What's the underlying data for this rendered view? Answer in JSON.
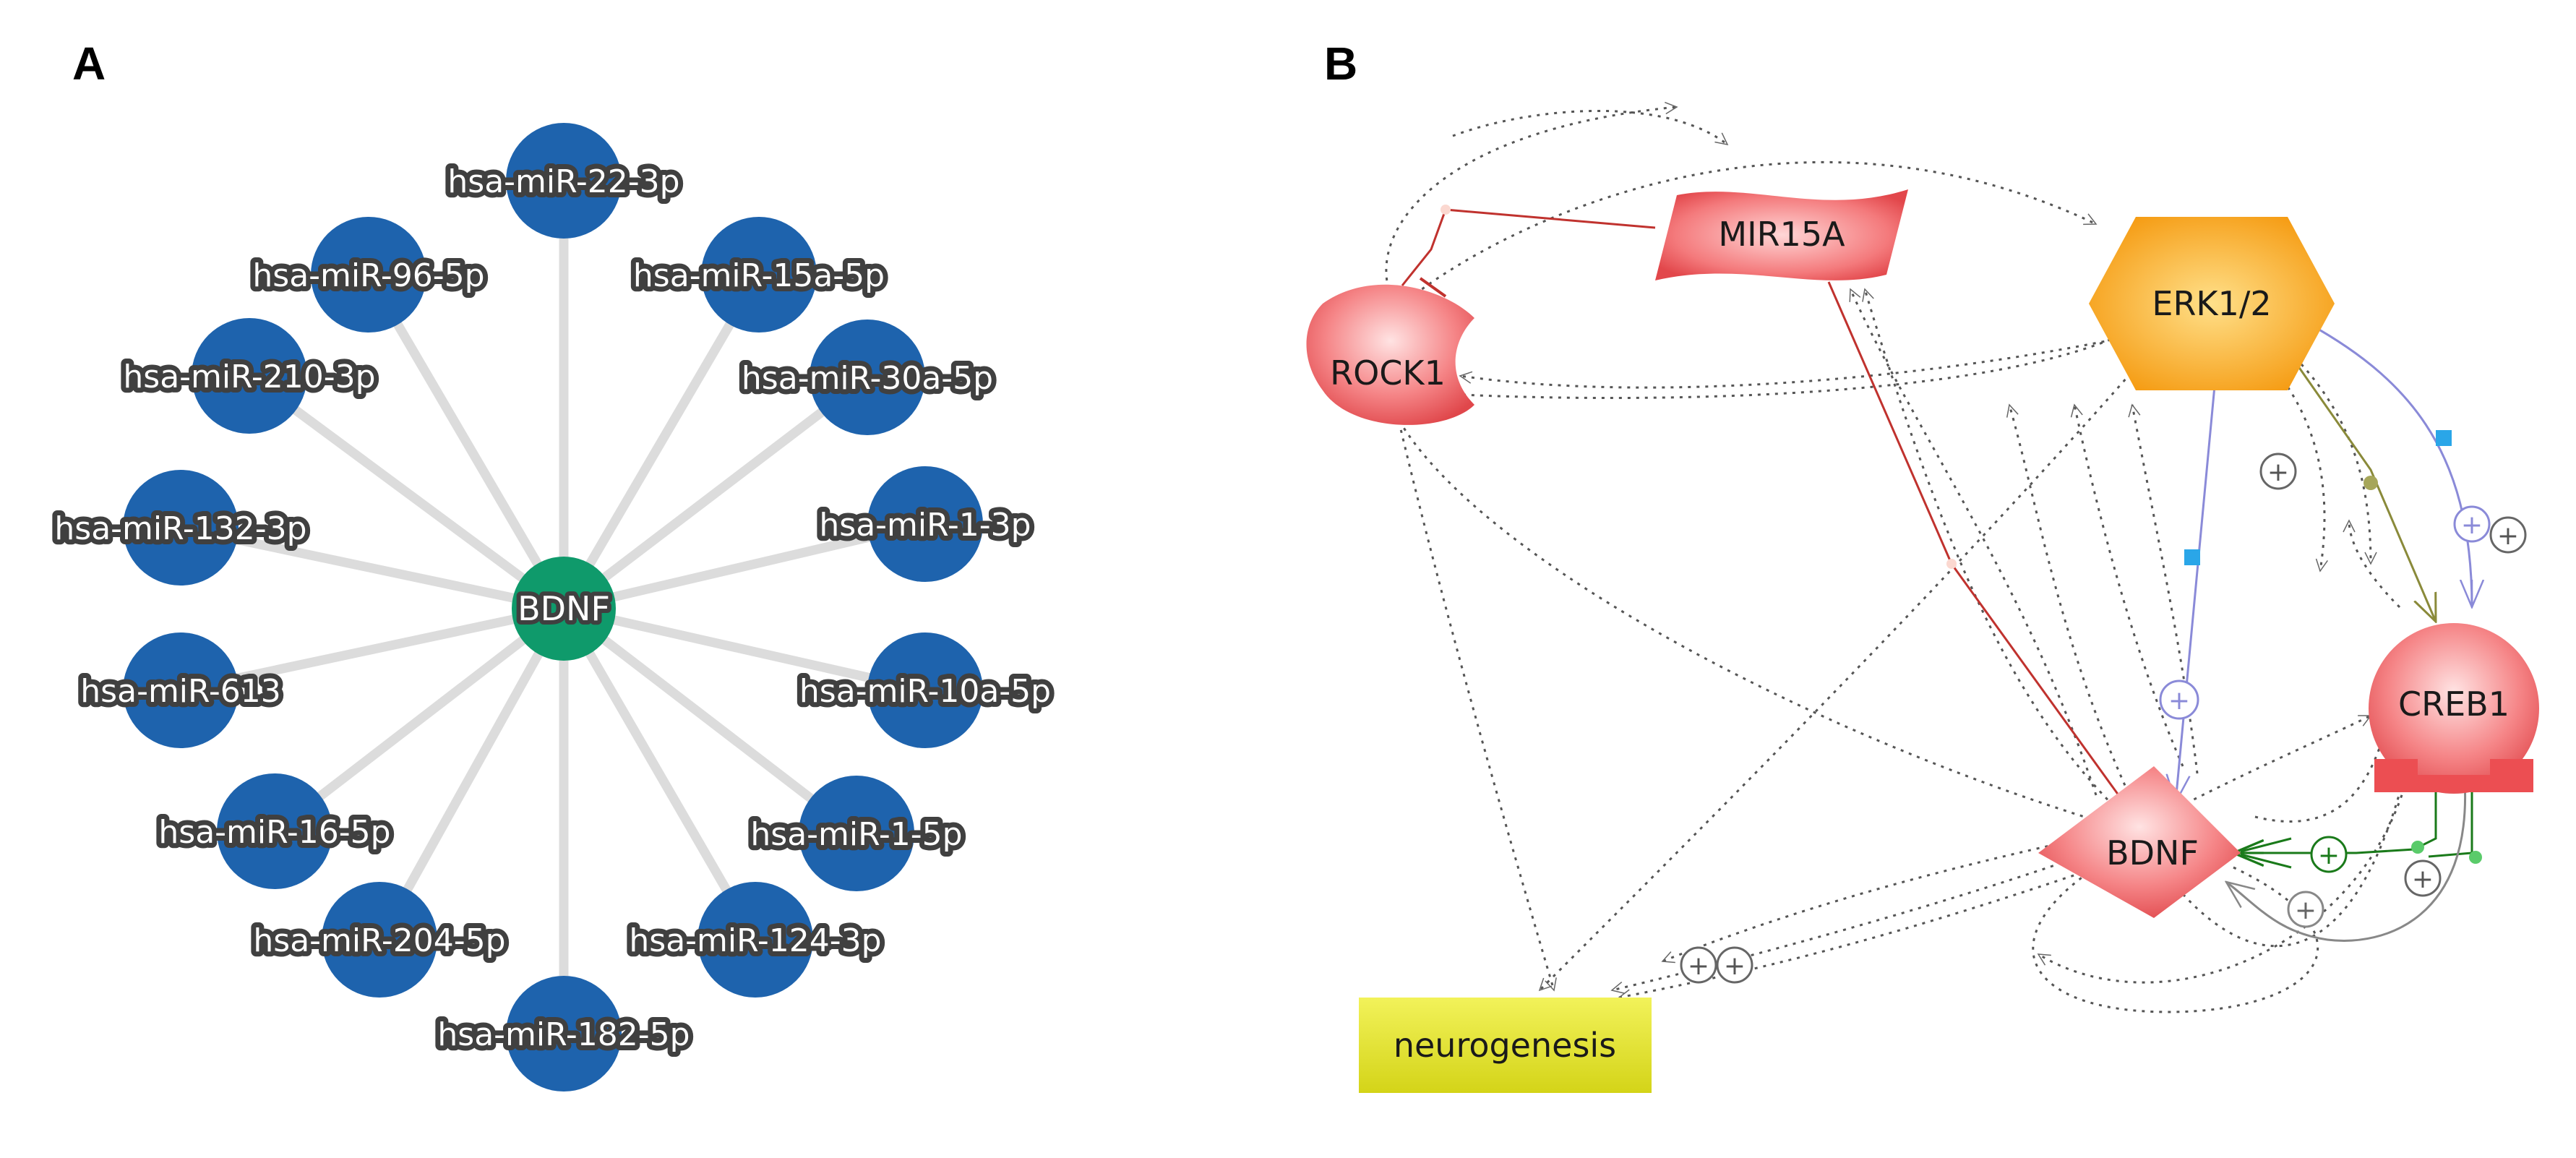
{
  "panels": {
    "a_letter": "A",
    "b_letter": "B"
  },
  "panel_a": {
    "hub": {
      "label": "BDNF",
      "color": "#0f9a6b"
    },
    "mirna_color": "#1e63ad",
    "edge_color": "#dcdcdc",
    "mirnas": [
      "hsa-miR-22-3p",
      "hsa-miR-15a-5p",
      "hsa-miR-30a-5p",
      "hsa-miR-1-3p",
      "hsa-miR-10a-5p",
      "hsa-miR-1-5p",
      "hsa-miR-124-3p",
      "hsa-miR-182-5p",
      "hsa-miR-204-5p",
      "hsa-miR-16-5p",
      "hsa-miR-613",
      "hsa-miR-132-3p",
      "hsa-miR-210-3p",
      "hsa-miR-96-5p"
    ]
  },
  "panel_b": {
    "nodes": {
      "mir15a": "MIR15A",
      "rock1": "ROCK1",
      "erk": "ERK1/2",
      "creb1": "CREB1",
      "bdnf": "BDNF",
      "neuro": "neurogenesis"
    },
    "plus_symbol": "+",
    "colors": {
      "red_node": "#f25a5e",
      "erk": "#f7a21a",
      "neuro": "#e6e62a",
      "inhibit": "#c0322e",
      "blue_edge": "#8a8ad8",
      "olive_edge": "#8a8a3a",
      "green_edge": "#1a7a1a",
      "grey_edge": "#888888",
      "dotted": "#555555"
    }
  }
}
